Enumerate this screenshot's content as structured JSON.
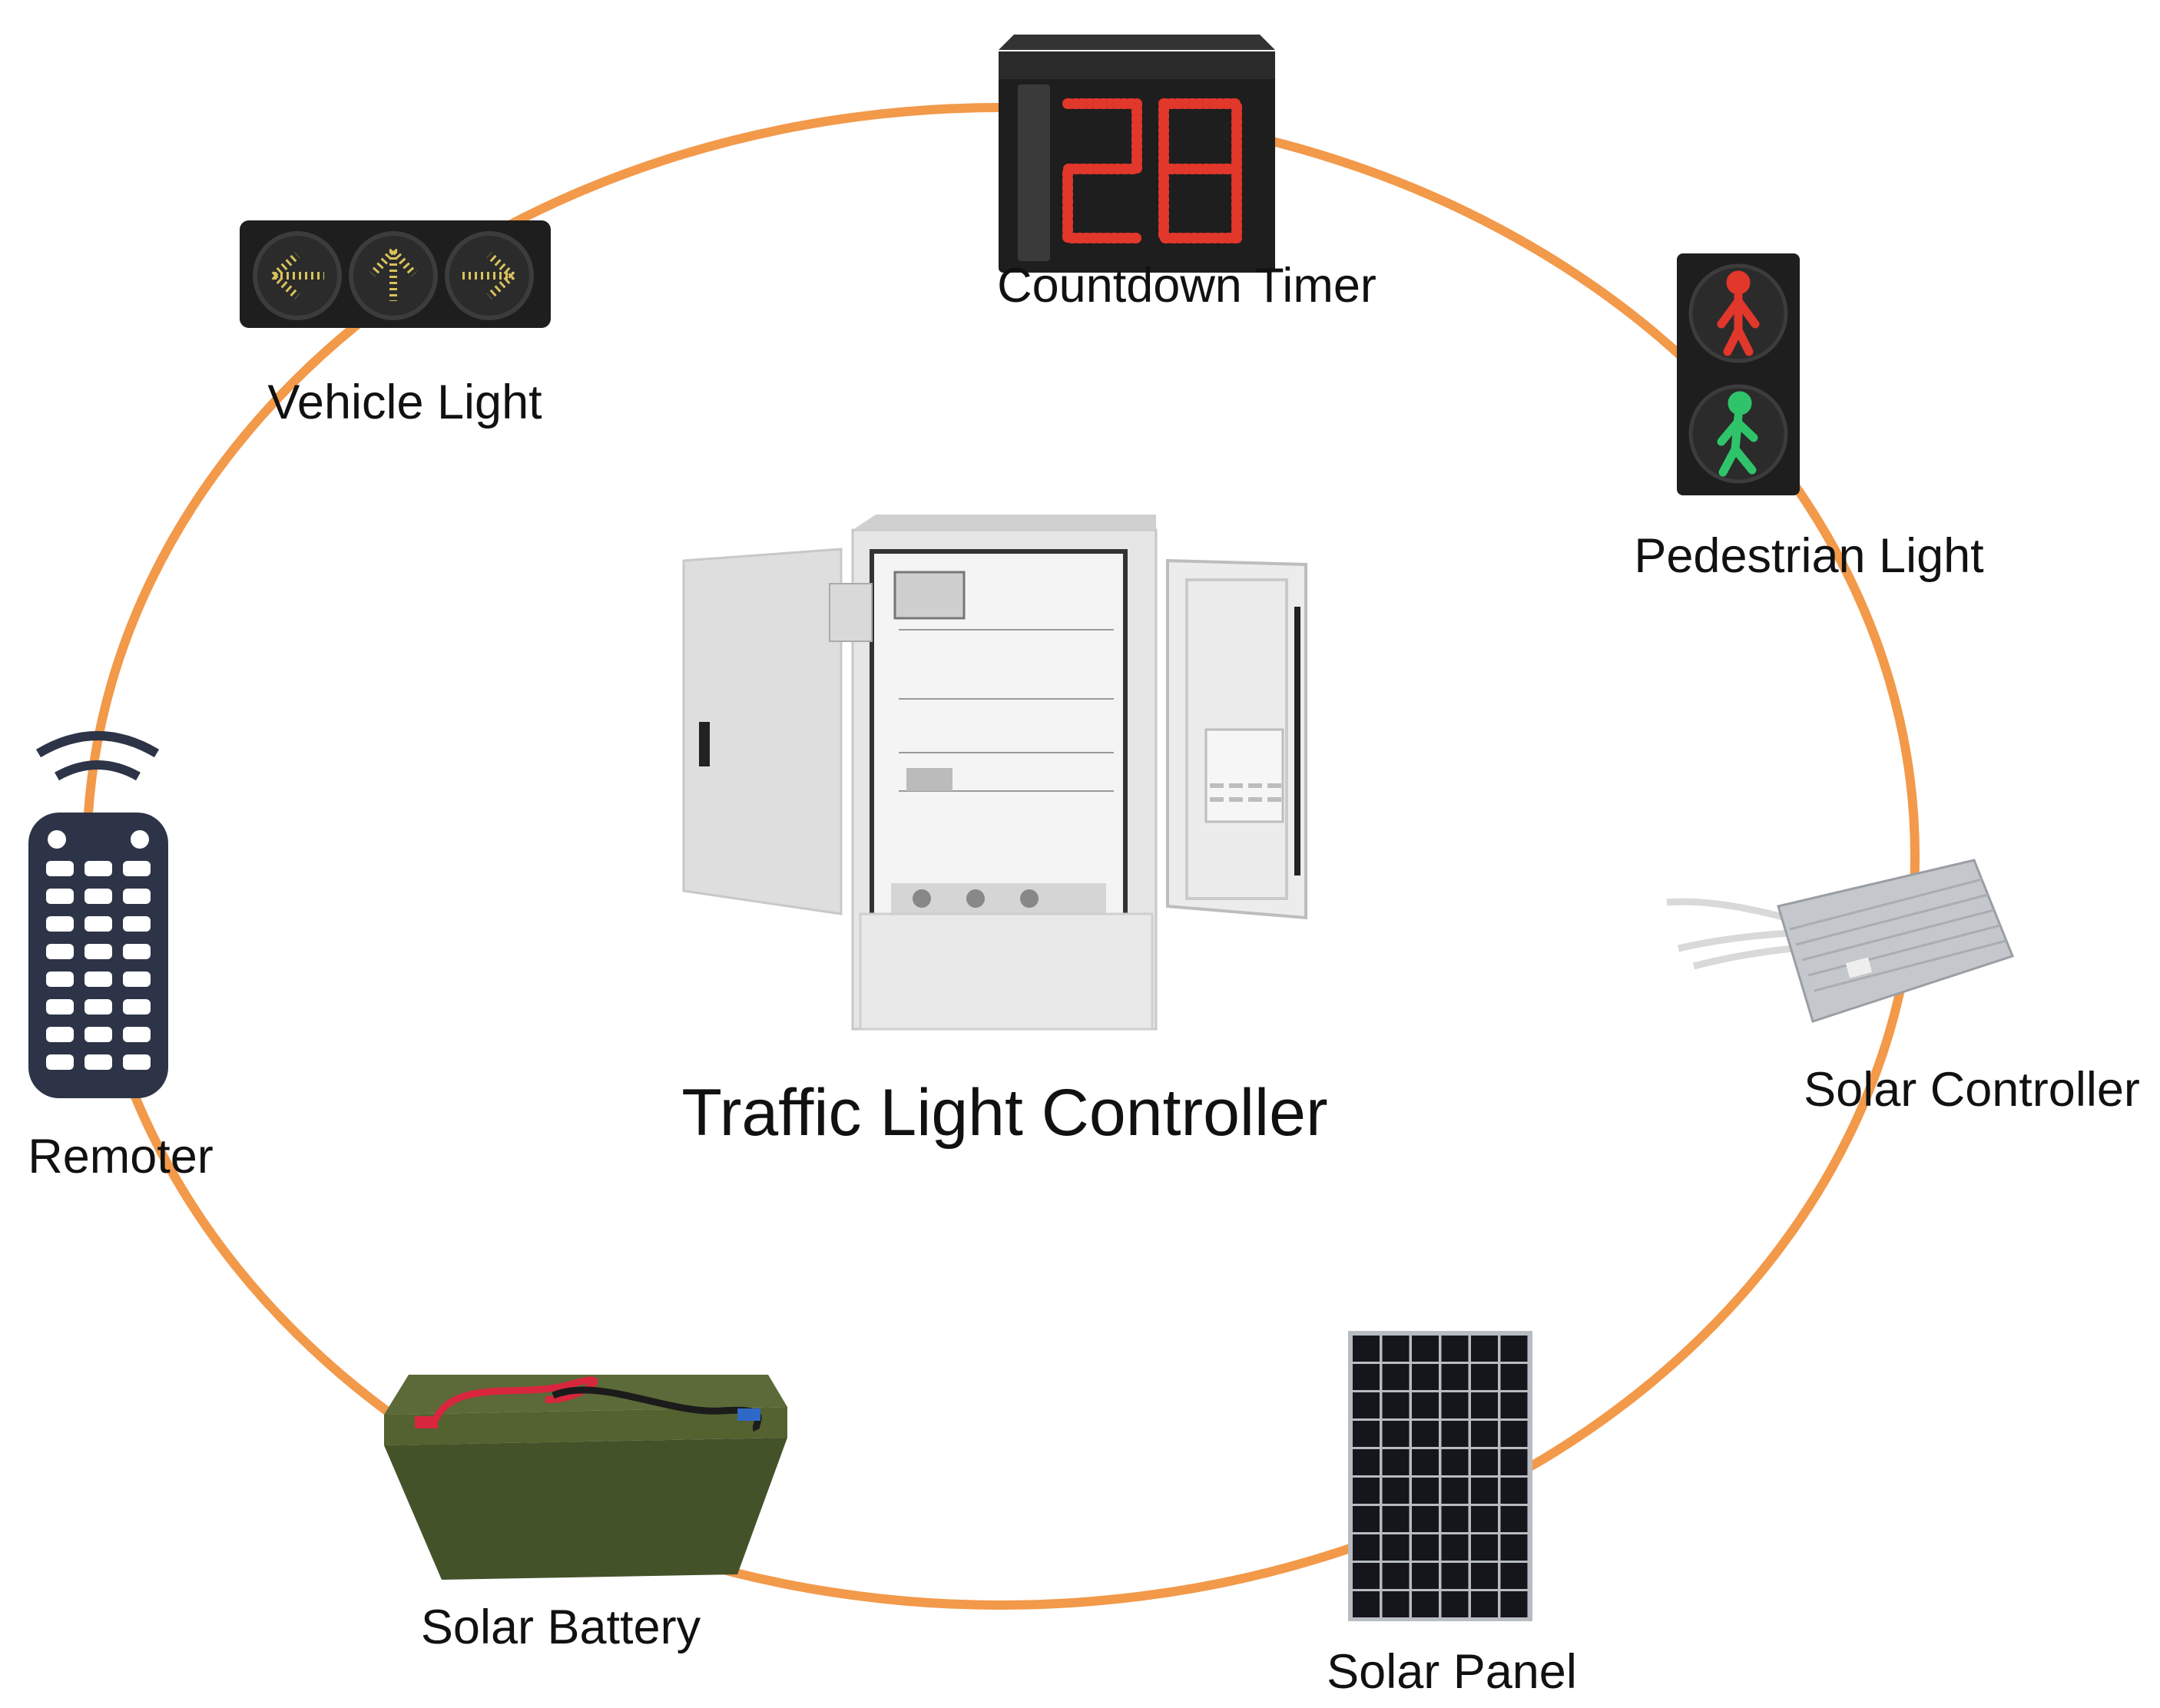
{
  "colors": {
    "ring": "#F2994A",
    "housing_dark": "#1E1E1E",
    "led_red": "#E2372B",
    "led_green": "#2FC46A",
    "led_amber": "#D8C25C",
    "cabinet": "#E6E6E6",
    "battery": "#4A5A2C",
    "panel_cell": "#15161C",
    "remote": "#2D3447"
  },
  "center": {
    "label": "Traffic Light Controller"
  },
  "nodes": {
    "countdown_timer": {
      "label": "Countdown Timer",
      "display": "28"
    },
    "vehicle_light": {
      "label": "Vehicle Light"
    },
    "pedestrian_light": {
      "label": "Pedestrian Light"
    },
    "remoter": {
      "label": "Remoter"
    },
    "solar_controller": {
      "label": "Solar Controller"
    },
    "solar_battery": {
      "label": "Solar Battery"
    },
    "solar_panel": {
      "label": "Solar Panel"
    }
  },
  "icons": {
    "countdown": "countdown-timer-icon",
    "vehicle": "vehicle-light-icon",
    "pedestrian": "pedestrian-light-icon",
    "remote": "remote-control-icon",
    "controller": "solar-controller-icon",
    "battery": "solar-battery-icon",
    "panel": "solar-panel-icon",
    "cabinet": "controller-cabinet-icon"
  }
}
